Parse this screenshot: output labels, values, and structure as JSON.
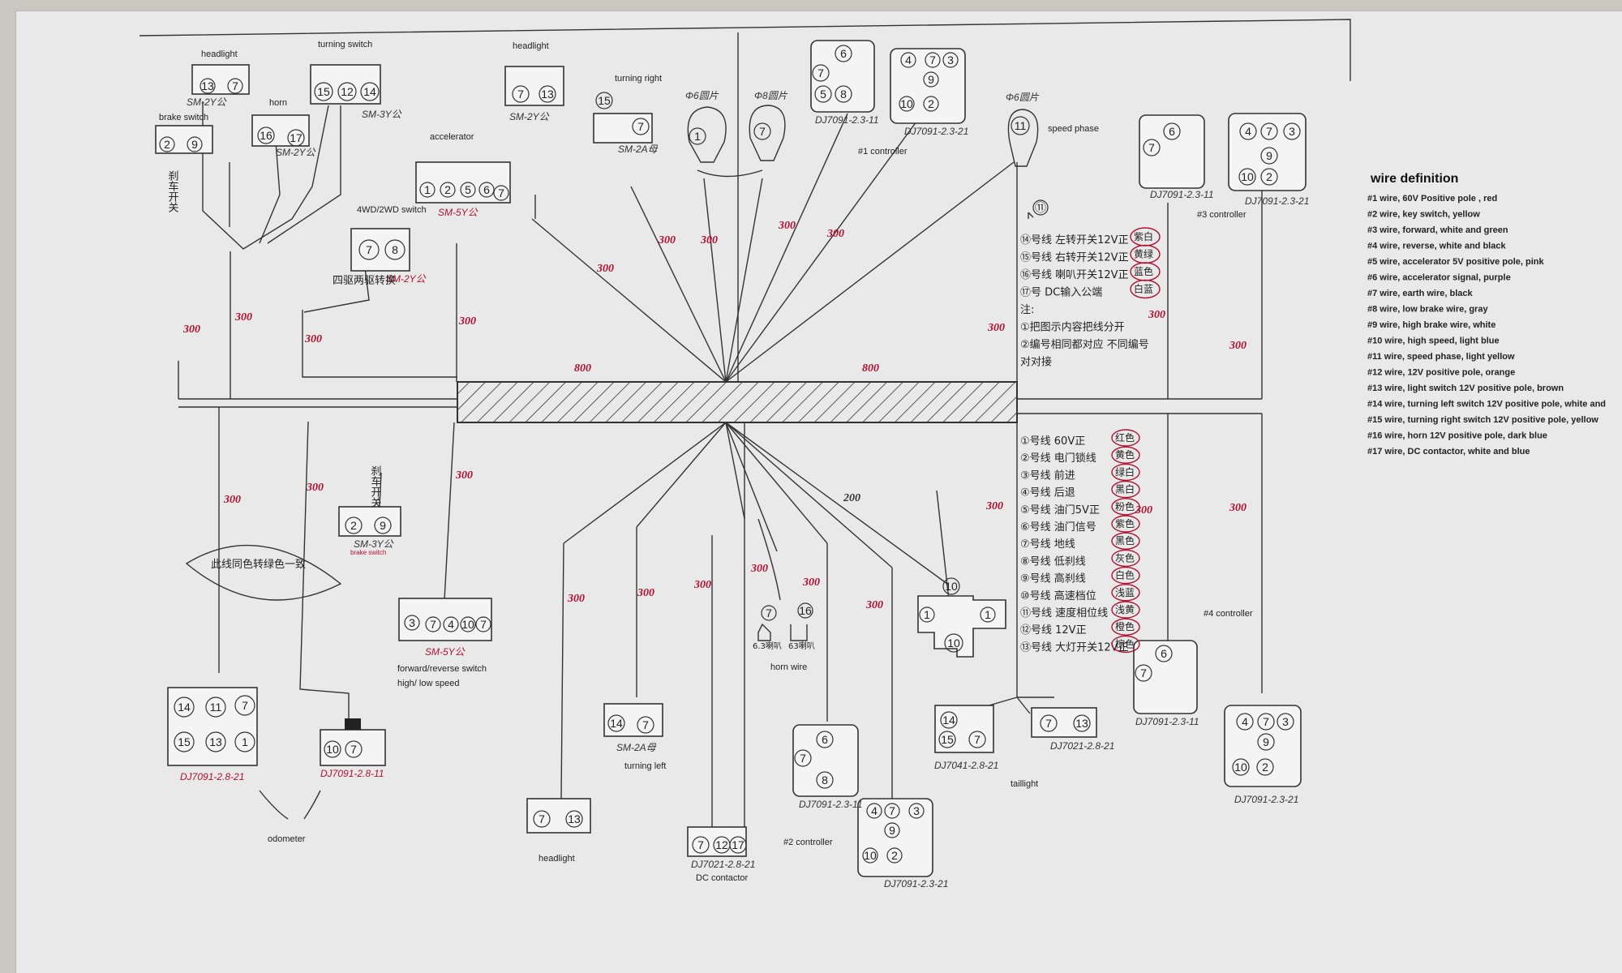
{
  "labels": {
    "headlight_top_left": "headlight",
    "turning_switch": "turning switch",
    "brake_switch_top": "brake switch",
    "horn_top": "horn",
    "accelerator": "accelerator",
    "headlight_top_mid": "headlight",
    "turning_right": "turning right",
    "speed_phase": "speed phase",
    "controller_1": "#1 controller",
    "controller_3": "#3 controller",
    "controller_4": "#4 controller",
    "controller_2": "#2 controller",
    "switch_4wd": "4WD/2WD switch",
    "brake_switch_small": "brake switch",
    "fr_switch_1": "forward/reverse switch",
    "fr_switch_2": "high/ low speed",
    "odometer": "odometer",
    "headlight_bottom": "headlight",
    "turning_left": "turning left",
    "dc_contactor": "DC contactor",
    "horn_wire": "horn wire",
    "taillight": "taillight"
  },
  "codes": {
    "sm3y_a": "SM-3Y公",
    "sm3y_b": "SM-3Y公",
    "sm2y_a": "SM-2Y公",
    "sm2y_b": "SM-2Y公",
    "sm2y_c": "SM-2Y公",
    "sm2y_d": "SM-2Y公",
    "sm2_mu": "SM-2A母",
    "sm2_mu_b": "SM-2A母",
    "sm5y": "SM-5Y公",
    "sm5y_b": "SM-5Y公",
    "dj_11_a": "DJ7091-2.3-11",
    "dj_21_a": "DJ7091-2.3-21",
    "dj_11_b": "DJ7091-2.3-11",
    "dj_21_b": "DJ7091-2.3-21",
    "dj_11_c": "DJ7091-2.3-11",
    "dj_21_c": "DJ7091-2.3-21",
    "dj_11_d": "DJ7091-2.3-11",
    "dj_21_d": "DJ7091-2.3-21",
    "dj_odo_21": "DJ7091-2.8-21",
    "dj_odo_11": "DJ7091-2.8-11",
    "dj_dc": "DJ7021-2.8-21",
    "dj_tail_a": "DJ7041-2.8-21",
    "dj_tail_b": "DJ7021-2.8-21",
    "ring_a": "Φ6圆片",
    "ring_b": "Φ8圆片",
    "ring_c": "Φ6圆片"
  },
  "lengths": {
    "l300": "300",
    "l800": "800",
    "l200": "200"
  },
  "notes_top": [
    "⑭号线  左转开关12V正",
    "⑮号线  右转开关12V正",
    "⑯号线  喇叭开关12V正",
    "⑰号  DC输入公端",
    "注:",
    "①把图示内容把线分开",
    "②编号相同都对应 不同编号",
    "对对接"
  ],
  "notes_top_colors": [
    "紫白",
    "黄绿",
    "蓝色",
    "白蓝"
  ],
  "notes_bottom": [
    "①号线  60V正",
    "②号线  电门锁线",
    "③号线  前进",
    "④号线  后退",
    "⑤号线  油门5V正",
    "⑥号线  油门信号",
    "⑦号线  地线",
    "⑧号线  低刹线",
    "⑨号线  高刹线",
    "⑩号线  高速档位",
    "⑪号线  速度相位线",
    "⑫号线  12V正",
    "⑬号线  大灯开关12V正"
  ],
  "notes_bottom_colors": [
    "红色",
    "黄色",
    "绿白",
    "黑白",
    "粉色",
    "紫色",
    "黑色",
    "灰色",
    "白色",
    "浅蓝",
    "浅黄",
    "橙色",
    "棕色"
  ],
  "side_text": {
    "brake_cn": "刹车开关",
    "switch_cn": "四驱两驱转换",
    "brake_cn_b": "刹车开关",
    "bubble": "此线同色转绿色一致",
    "horn_b": "63喇叭",
    "horn_a": "6.3喇叭",
    "note_11": "⑪"
  },
  "wire_definition": {
    "title": "wire definition",
    "items": [
      "#1 wire, 60V Positive pole , red",
      "#2 wire, key switch, yellow",
      "#3 wire, forward, white and green",
      "#4 wire, reverse, white and black",
      "#5 wire, accelerator 5V positive pole, pink",
      "#6 wire, accelerator signal, purple",
      "#7 wire, earth wire, black",
      "#8 wire, low brake wire, gray",
      "#9 wire, high brake wire, white",
      "#10 wire, high speed, light blue",
      "#11 wire, speed phase, light yellow",
      "#12 wire, 12V positive pole, orange",
      "#13 wire, light switch 12V positive pole, brown",
      "#14 wire, turning left switch 12V positive pole, white and",
      "#15 wire, turning right switch 12V positive pole, yellow",
      "#16 wire, horn 12V positive pole, dark blue",
      "#17 wire, DC contactor, white and blue"
    ]
  }
}
